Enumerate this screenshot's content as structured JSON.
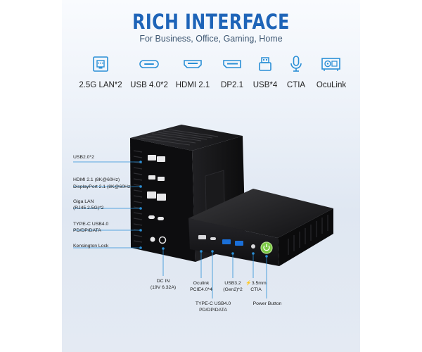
{
  "header": {
    "title": "RICH INTERFACE",
    "subtitle": "For Business, Office, Gaming, Home"
  },
  "ports": [
    {
      "icon": "ethernet-port-icon",
      "label": "2.5G LAN*2"
    },
    {
      "icon": "usb-c-port-icon",
      "label": "USB 4.0*2"
    },
    {
      "icon": "hdmi-port-icon",
      "label": "HDMI 2.1"
    },
    {
      "icon": "displayport-icon",
      "label": "DP2.1"
    },
    {
      "icon": "usb-a-port-icon",
      "label": "USB*4"
    },
    {
      "icon": "microphone-icon",
      "label": "CTIA"
    },
    {
      "icon": "oculink-icon",
      "label": "OcuLink"
    }
  ],
  "callouts": {
    "usb20": "USB2.0*2",
    "hdmi": "HDMI 2.1 (8K@60Hz)",
    "dp": "DisplayPort 2.1 (8K@60Hz)",
    "lan1": "Giga LAN",
    "lan2": "(RJ45 2.5G)*2",
    "typec1": "TYPE-C USB4.0",
    "typec2": "PD/DP/DATA",
    "kensington": "Kensington Lock",
    "dcin1": "DC IN",
    "dcin2": "(19V 6.32A)",
    "oculink1": "Oculink",
    "oculink2": "PCIE4.0*4",
    "usb32a": "USB3.2",
    "usb32b": "(Gen2)*2",
    "audio1": "3.5mm",
    "audio2": "CTIA",
    "front_typec1": "TYPE-C USB4.0",
    "front_typec2": "PD/DP/DATA",
    "power": "Power Button"
  },
  "colors": {
    "accent": "#1e64b8",
    "icon": "#2a8fd6",
    "power_button": "#7ac943"
  }
}
